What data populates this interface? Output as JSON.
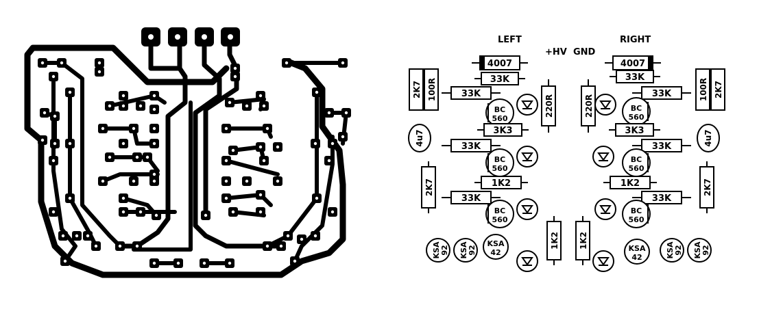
{
  "labels": {
    "left": "LEFT",
    "right": "RIGHT",
    "hv": "+HV",
    "gnd": "GND"
  },
  "components": {
    "left": {
      "diode": "4007",
      "r33k_top": "33K",
      "r2k7_a": "2K7",
      "r100r": "100R",
      "r33k_1": "33K",
      "r220r": "220R",
      "bc_1": [
        "BC",
        "560"
      ],
      "r3k3": "3K3",
      "cap": "4u7",
      "r33k_2": "33K",
      "bc_2": [
        "BC",
        "560"
      ],
      "r2k7_b": "2K7",
      "r1k2_h": "1K2",
      "r33k_3": "33K",
      "bc_3": [
        "BC",
        "560"
      ],
      "r1k2_v": "1K2",
      "ksa92_a": [
        "KSA",
        "92"
      ],
      "ksa92_b": [
        "KSA",
        "92"
      ],
      "ksa42": [
        "KSA",
        "42"
      ]
    },
    "right": {
      "diode": "4007",
      "r33k_top": "33K",
      "r100r": "100R",
      "r2k7_a": "2K7",
      "r33k_1": "33K",
      "r220r": "220R",
      "bc_1": [
        "BC",
        "560"
      ],
      "r3k3": "3K3",
      "cap": "4u7",
      "r33k_2": "33K",
      "bc_2": [
        "BC",
        "560"
      ],
      "r2k7_b": "2K7",
      "r1k2_h": "1K2",
      "r33k_3": "33K",
      "bc_3": [
        "BC",
        "560"
      ],
      "r1k2_v": "1K2",
      "ksa92_a": [
        "KSA",
        "92"
      ],
      "ksa92_b": [
        "KSA",
        "92"
      ],
      "ksa42": [
        "KSA",
        "42"
      ]
    }
  }
}
